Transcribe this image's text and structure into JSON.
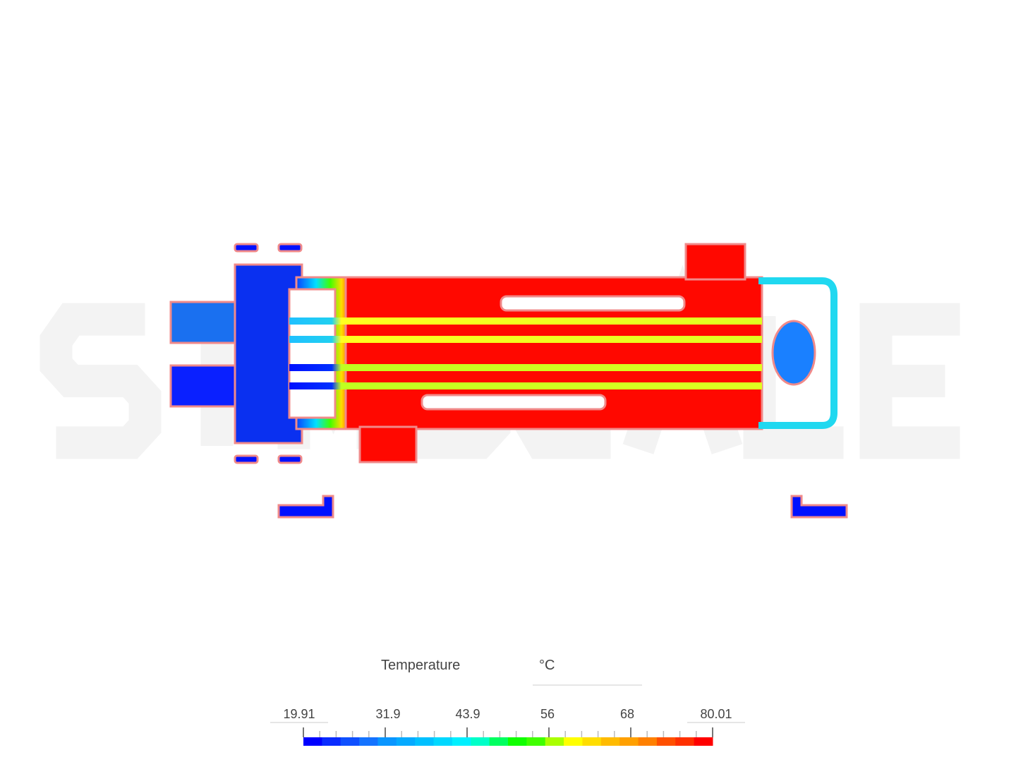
{
  "watermark": "SIMSCALE",
  "legend": {
    "title": "Temperature",
    "unit": "°C",
    "min": 19.91,
    "max": 80.01,
    "tick_labels": [
      "19.91",
      "31.9",
      "43.9",
      "56",
      "68",
      "80.01"
    ],
    "colors": [
      "#0000ff",
      "#0a2cff",
      "#0f50ff",
      "#1473ff",
      "#0a96ff",
      "#05aaff",
      "#00c0ff",
      "#00d8ff",
      "#00f0ff",
      "#00ffc8",
      "#00ff60",
      "#10ff00",
      "#40ff00",
      "#aaff00",
      "#ffff00",
      "#ffdd00",
      "#ffbb00",
      "#ffa000",
      "#ff8000",
      "#ff5000",
      "#ff3000",
      "#ff0000"
    ]
  }
}
